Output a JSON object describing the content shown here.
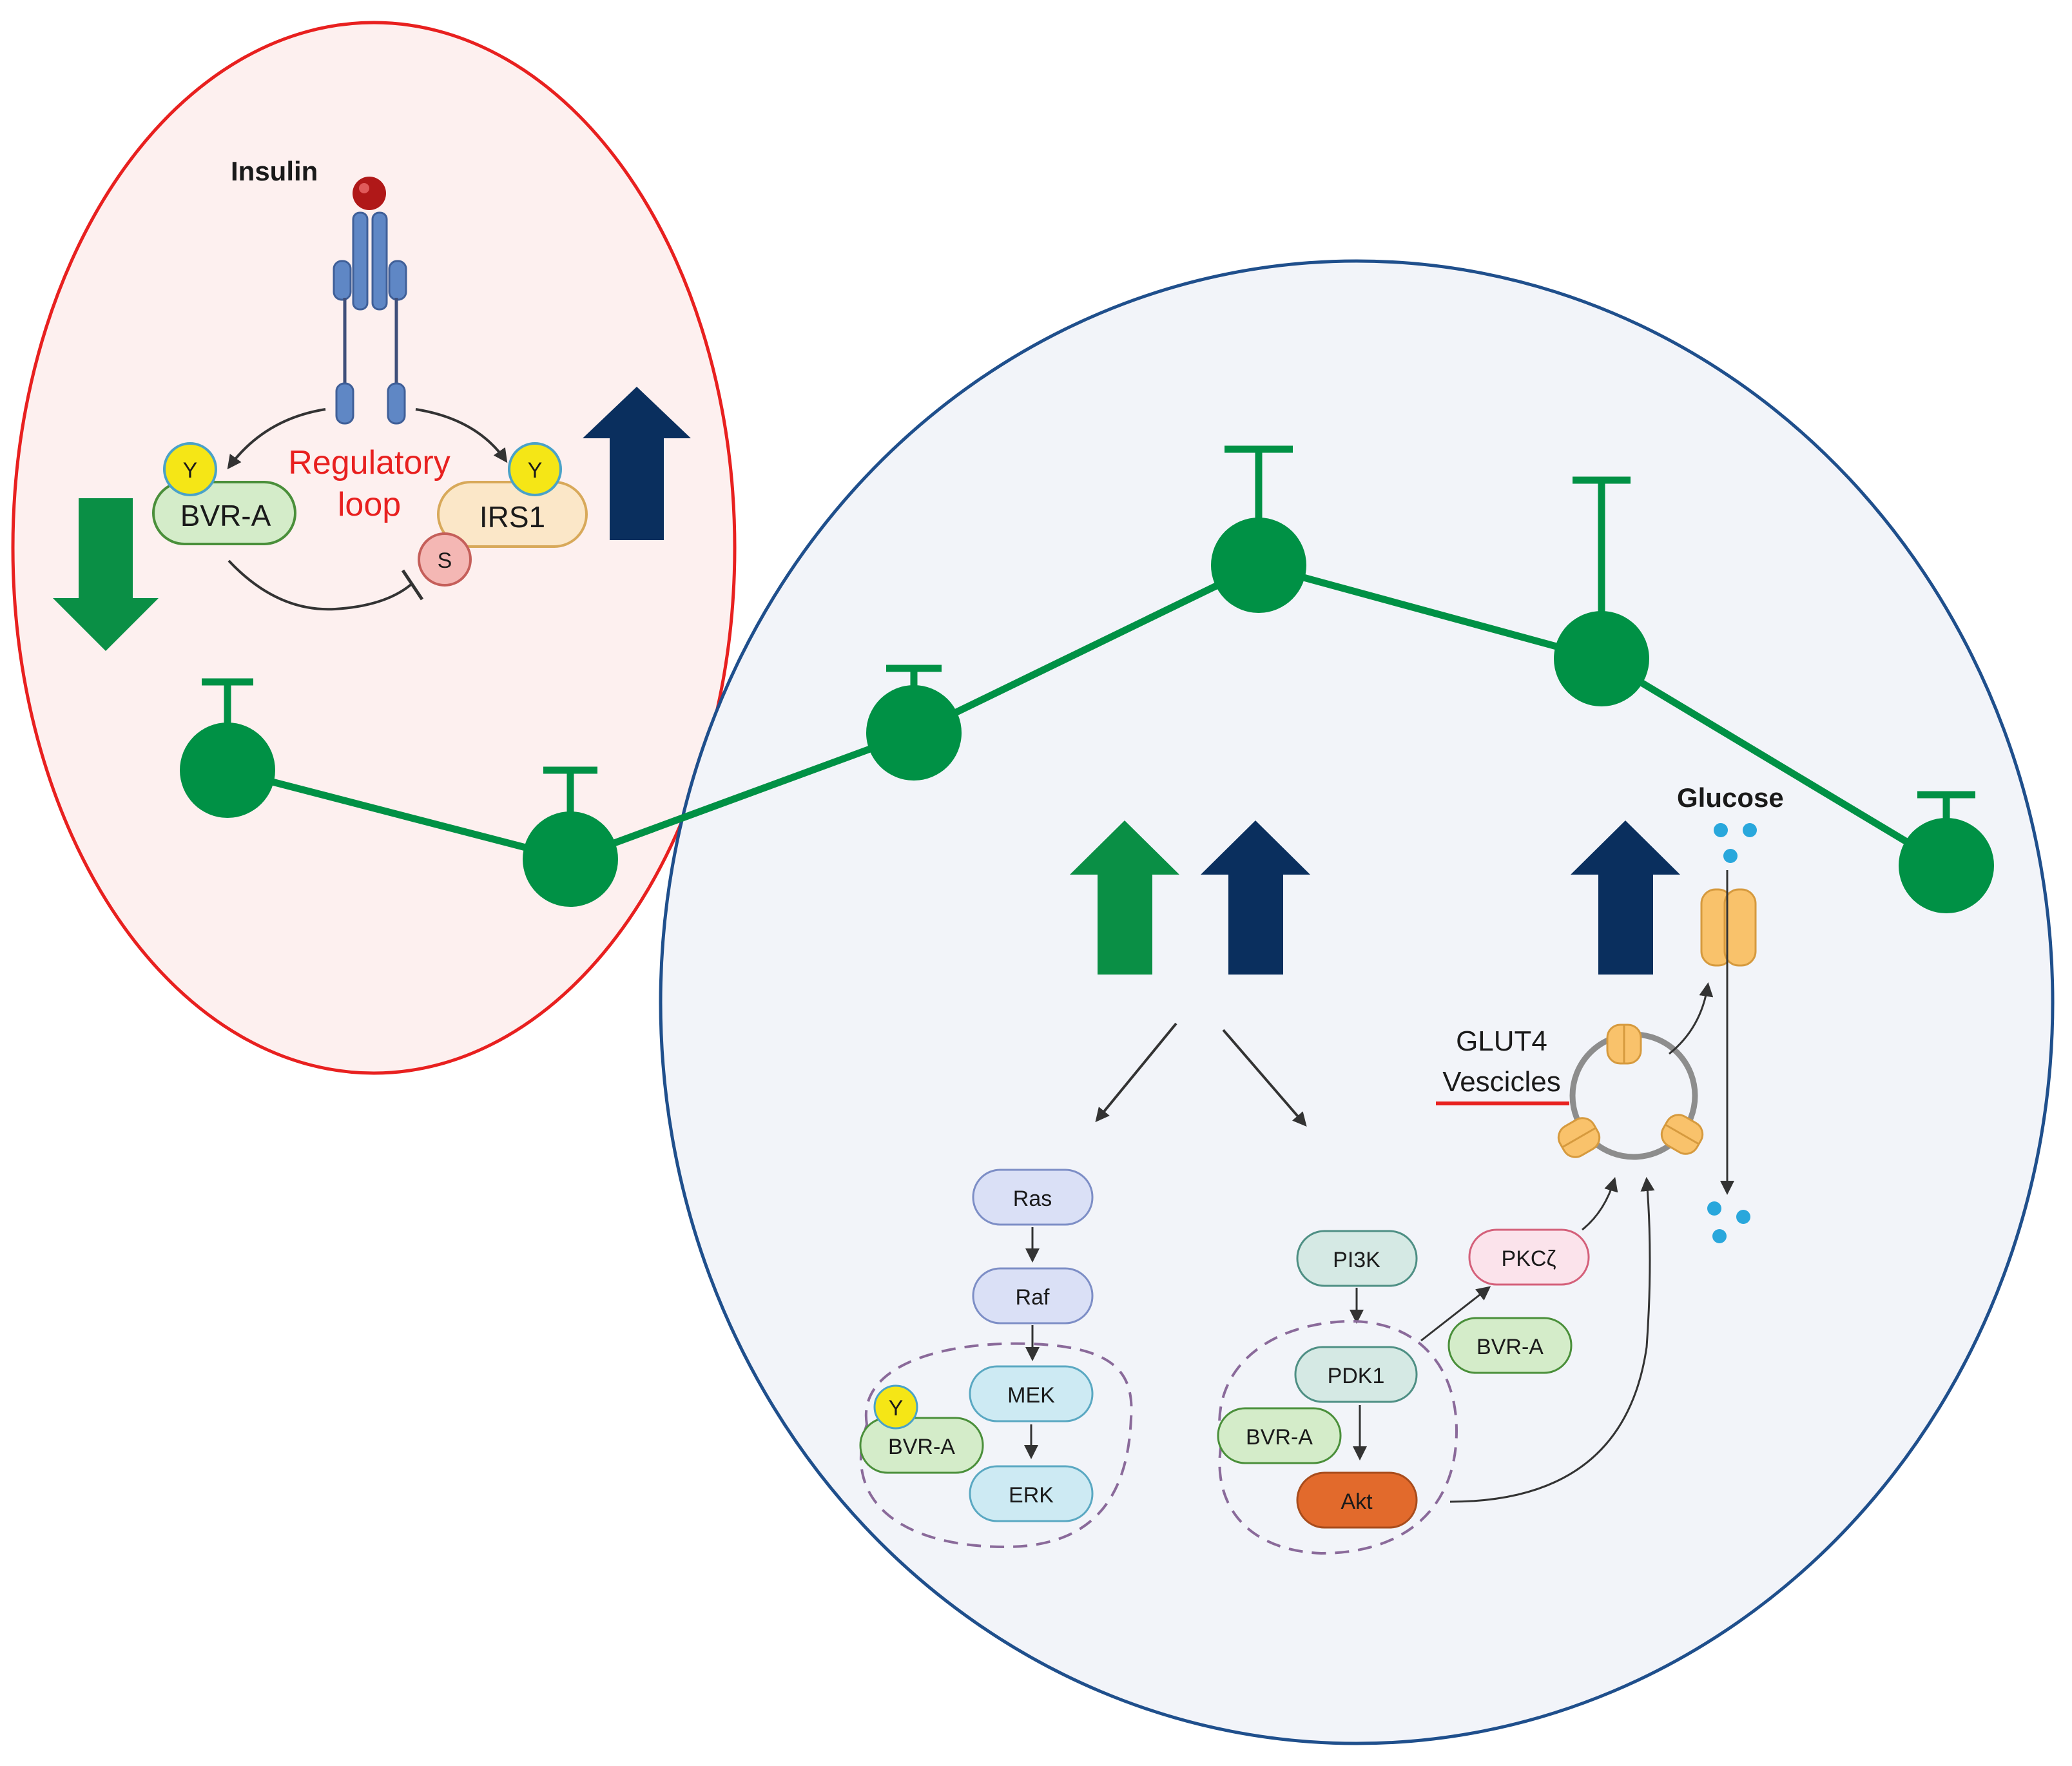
{
  "insulin_label": "Insulin",
  "regulatory_loop": {
    "line1": "Regulatory",
    "line2": "loop"
  },
  "phospho_y": "Y",
  "phospho_s": "S",
  "bvra_label": "BVR-A",
  "irs1_label": "IRS1",
  "mapk_pathway": {
    "ras": "Ras",
    "raf": "Raf",
    "mek": "MEK",
    "erk": "ERK"
  },
  "pi3k_pathway": {
    "pi3k": "PI3K",
    "pdk1": "PDK1",
    "akt": "Akt",
    "pkcz": "PKCζ"
  },
  "glut4": {
    "line1": "GLUT4",
    "line2": "Vescicles"
  },
  "glucose_label": "Glucose",
  "colors": {
    "left_ellipse_stroke": "#e8201f",
    "left_ellipse_fill": "#fdf0ef",
    "right_ellipse_stroke": "#1f4f8c",
    "right_ellipse_fill": "#f2f4f9",
    "timeline_green": "#009145",
    "navy_arrow": "#0a2f5e",
    "green_arrow": "#0a8f45",
    "akt_orange": "#e26a2c",
    "glucose_blue": "#29a7dc"
  }
}
